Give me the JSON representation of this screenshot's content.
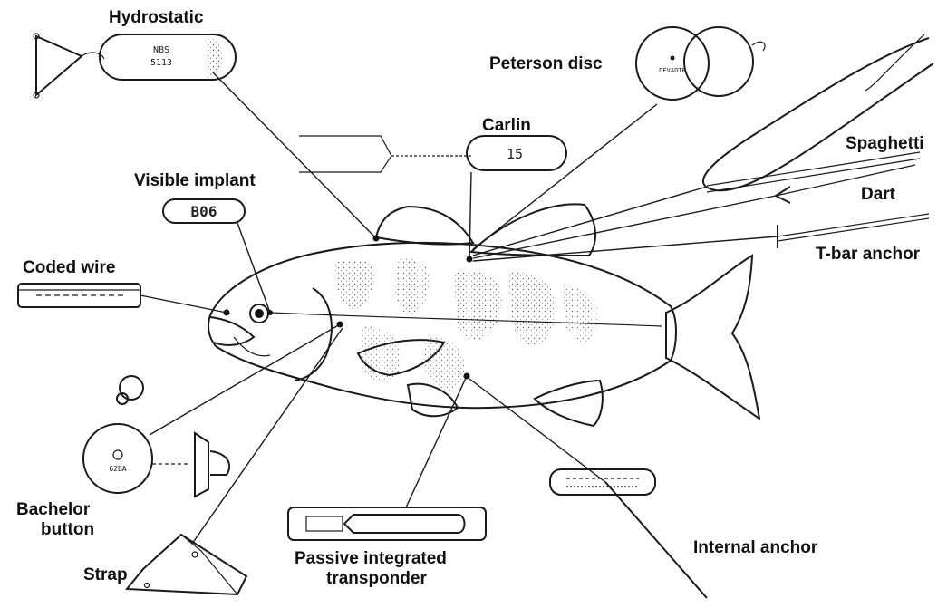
{
  "labels": {
    "hydrostatic": "Hydrostatic",
    "peterson_disc": "Peterson disc",
    "carlin": "Carlin",
    "spaghetti": "Spaghetti",
    "visible_implant": "Visible implant",
    "dart": "Dart",
    "t_bar_anchor": "T-bar anchor",
    "coded_wire": "Coded wire",
    "bachelor_button_line1": "Bachelor",
    "bachelor_button_line2": "button",
    "strap": "Strap",
    "pit_line1": "Passive integrated",
    "pit_line2": "transponder",
    "internal_anchor": "Internal anchor"
  },
  "tag_text": {
    "hydrostatic_line1": "NBS",
    "hydrostatic_line2": "5113",
    "carlin_number": "15",
    "visible_implant_code": "B06",
    "peterson_disc_text": "DEVAOTR",
    "bachelor_button_text": "62BA"
  }
}
